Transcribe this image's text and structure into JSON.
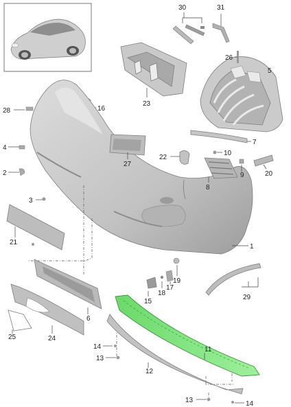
{
  "callouts": {
    "c1": "1",
    "c2": "2",
    "c3": "3",
    "c4": "4",
    "c5": "5",
    "c6": "6",
    "c7": "7",
    "c8": "8",
    "c9": "9",
    "c10": "10",
    "c11": "11",
    "c12": "12",
    "c13a": "13",
    "c13b": "13",
    "c14a": "14",
    "c14b": "14",
    "c15": "15",
    "c16": "16",
    "c17": "17",
    "c18": "18",
    "c19": "19",
    "c20": "20",
    "c21": "21",
    "c22": "22",
    "c23": "23",
    "c24": "24",
    "c25": "25",
    "c26": "26",
    "c27": "27",
    "c28": "28",
    "c29": "29",
    "c30": "30",
    "c31": "31"
  },
  "colors": {
    "part_fill": "#c6c6c6",
    "part_fill_dark": "#a9a9a9",
    "part_fill_light": "#dedede",
    "highlight_part": "#7be07a",
    "highlight_edge": "#3a9a3a",
    "line": "#444444"
  }
}
